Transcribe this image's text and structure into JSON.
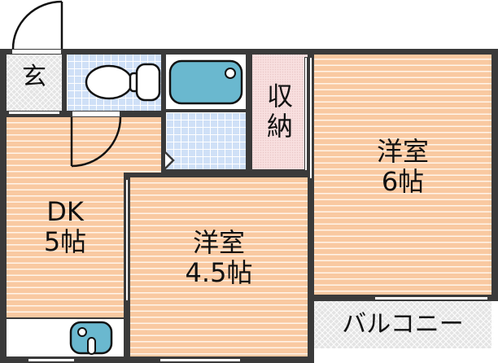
{
  "floorplan": {
    "rooms": {
      "entrance": {
        "label": "玄"
      },
      "storage": {
        "label_line1": "収",
        "label_line2": "納"
      },
      "western_room_6": {
        "name": "洋室",
        "size": "6帖"
      },
      "dk": {
        "name": "DK",
        "size": "5帖"
      },
      "western_room_45": {
        "name": "洋室",
        "size": "4.5帖"
      },
      "balcony": {
        "label": "バルコニー"
      },
      "toilet": {
        "fixture": "toilet-icon"
      },
      "bathroom": {
        "fixture": "bathtub-icon"
      },
      "kitchen": {
        "fixture": "sink-icon"
      }
    },
    "colors": {
      "wall": "#3a3a3a",
      "floor_wood": "#f9c9a1",
      "tile": "#cfe0f7",
      "fixture_blue": "#6ab8cf",
      "storage_pink": "#f8dfdf",
      "hatch_gray": "#e4e4e4"
    }
  }
}
